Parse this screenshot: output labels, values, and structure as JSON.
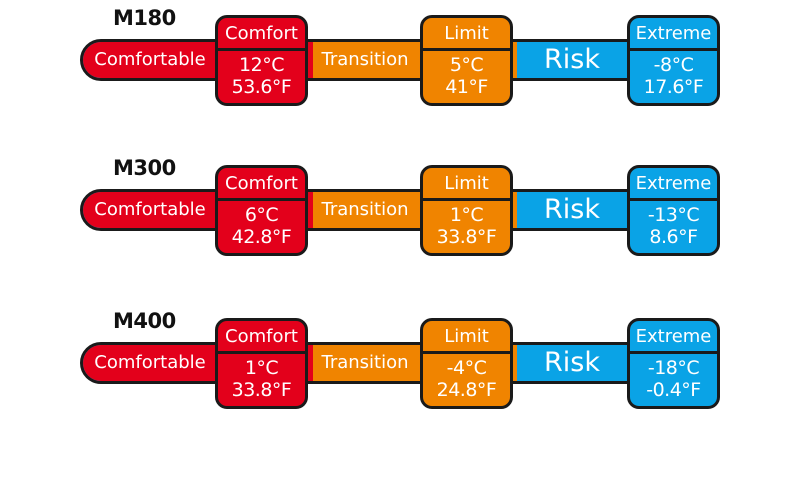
{
  "colors": {
    "comfort": "#e3001b",
    "transition": "#f08400",
    "risk": "#0aa3e6",
    "outline": "#1a1a1a"
  },
  "rows": [
    {
      "model": "M180",
      "bar": {
        "comfortable": "Comfortable",
        "transition": "Transition",
        "risk": "Risk"
      },
      "comfort": {
        "label": "Comfort",
        "c": "12°C",
        "f": "53.6°F"
      },
      "limit": {
        "label": "Limit",
        "c": "5°C",
        "f": "41°F"
      },
      "extreme": {
        "label": "Extreme",
        "c": "-8°C",
        "f": "17.6°F"
      }
    },
    {
      "model": "M300",
      "bar": {
        "comfortable": "Comfortable",
        "transition": "Transition",
        "risk": "Risk"
      },
      "comfort": {
        "label": "Comfort",
        "c": "6°C",
        "f": "42.8°F"
      },
      "limit": {
        "label": "Limit",
        "c": "1°C",
        "f": "33.8°F"
      },
      "extreme": {
        "label": "Extreme",
        "c": "-13°C",
        "f": "8.6°F"
      }
    },
    {
      "model": "M400",
      "bar": {
        "comfortable": "Comfortable",
        "transition": "Transition",
        "risk": "Risk"
      },
      "comfort": {
        "label": "Comfort",
        "c": "1°C",
        "f": "33.8°F"
      },
      "limit": {
        "label": "Limit",
        "c": "-4°C",
        "f": "24.8°F"
      },
      "extreme": {
        "label": "Extreme",
        "c": "-18°C",
        "f": "-0.4°F"
      }
    }
  ]
}
